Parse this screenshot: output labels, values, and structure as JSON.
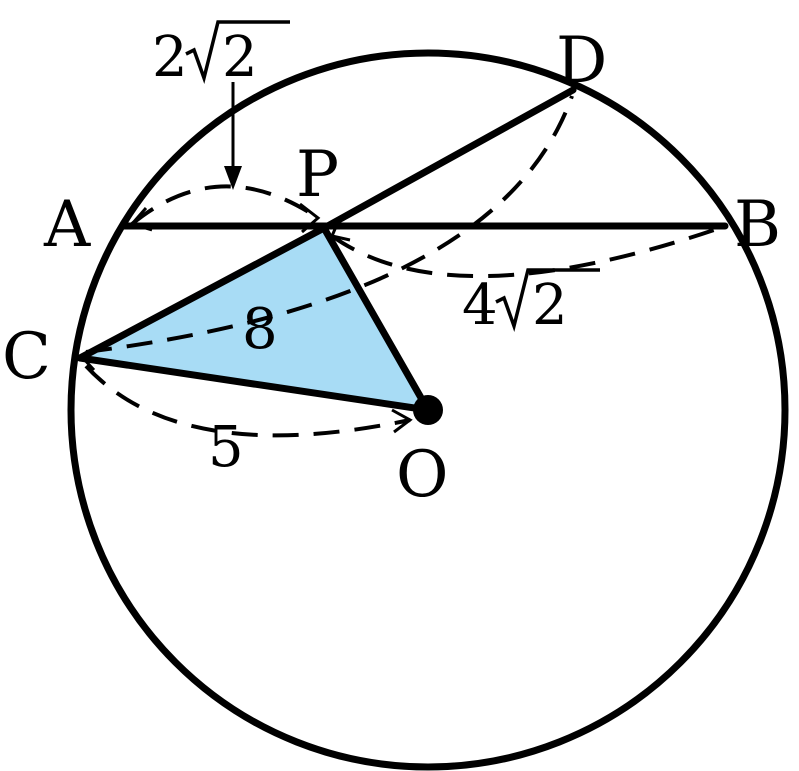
{
  "points": {
    "A": "A",
    "B": "B",
    "C": "C",
    "D": "D",
    "P": "P",
    "O": "O"
  },
  "measurements": {
    "AP": {
      "coef": "2",
      "radicand": "2"
    },
    "PB": {
      "coef": "4",
      "radicand": "2"
    },
    "CP_D": "8",
    "CO": "5"
  },
  "colors": {
    "triangle_fill": "#a8dcf5",
    "stroke": "#000000"
  }
}
